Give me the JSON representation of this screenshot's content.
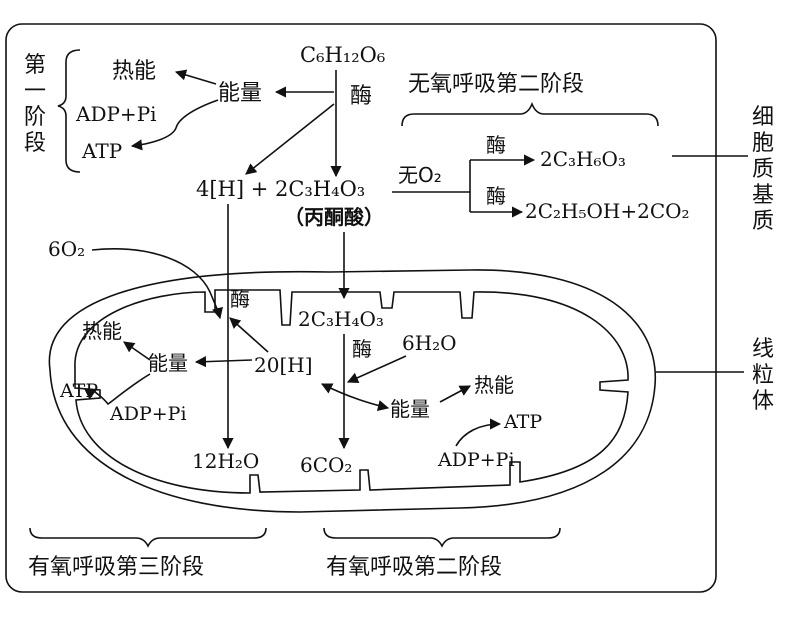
{
  "top": {
    "glucose": "C₆H₁₂O₆",
    "enzyme": "酶",
    "stage1_label": [
      "第",
      "一",
      "阶",
      "段"
    ],
    "heat": "热能",
    "energy": "能量",
    "adp_pi": "ADP+Pi",
    "atp": "ATP",
    "hydrogen": "4[H] + 2C₃H₄O₃",
    "pyruvate": "（丙酮酸）"
  },
  "anaerobic": {
    "title": "无氧呼吸第二阶段",
    "condition": "无O₂",
    "enzyme_1": "酶",
    "product_1": "2C₃H₆O₃",
    "enzyme_2": "酶",
    "product_2": "2C₂H₅OH+2CO₂"
  },
  "side_labels": {
    "cytoplasm": [
      "细",
      "胞",
      "质",
      "基",
      "质"
    ],
    "mitochondria": [
      "线",
      "粒",
      "体"
    ]
  },
  "mito": {
    "oxygen": "6O₂",
    "enzyme_left": "酶",
    "heat_left": "热能",
    "energy_left": "能量",
    "atp_left": "ATP",
    "adp_left": "ADP+Pi",
    "hydrogen20": "20[H]",
    "water": "12H₂O",
    "pyruvate": "2C₃H₄O₃",
    "enzyme_right": "酶",
    "water_in": "6H₂O",
    "energy_right": "能量",
    "heat_right": "热能",
    "atp_right": "ATP",
    "adp_right": "ADP+Pi",
    "co2": "6CO₂"
  },
  "bottom": {
    "stage3": "有氧呼吸第三阶段",
    "stage2": "有氧呼吸第二阶段"
  }
}
